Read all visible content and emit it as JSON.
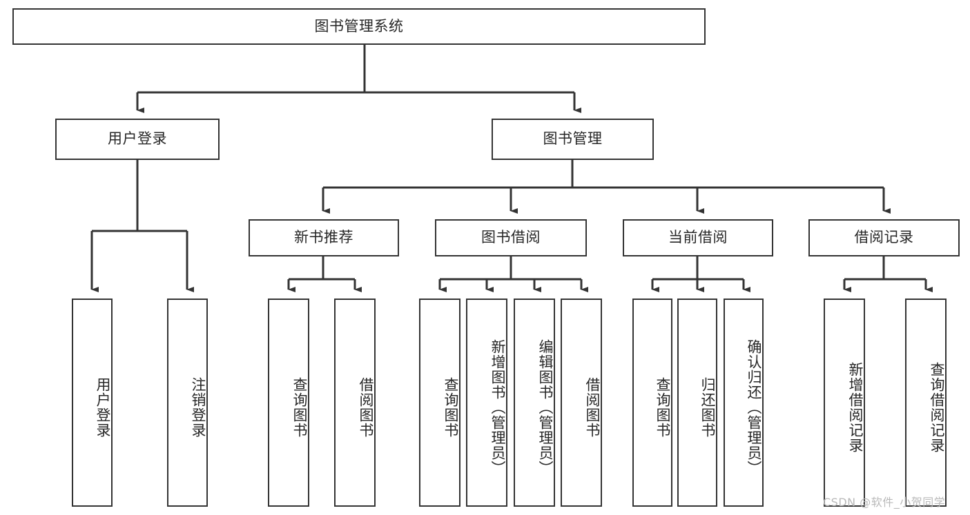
{
  "diagram": {
    "type": "tree",
    "title": "图书管理系统",
    "watermark": "CSDN @软件_小贺同学",
    "colors": {
      "border": "#333333",
      "text": "#262626",
      "background": "#ffffff",
      "watermark": "#b9b9b9"
    },
    "levels": {
      "root": {
        "label": "图书管理系统"
      },
      "level2": [
        {
          "id": "user-login",
          "label": "用户登录"
        },
        {
          "id": "book-management",
          "label": "图书管理"
        }
      ],
      "level3": [
        {
          "id": "new-book-recommend",
          "label": "新书推荐",
          "parent": "book-management"
        },
        {
          "id": "book-borrow",
          "label": "图书借阅",
          "parent": "book-management"
        },
        {
          "id": "current-borrow",
          "label": "当前借阅",
          "parent": "book-management"
        },
        {
          "id": "borrow-record",
          "label": "借阅记录",
          "parent": "book-management"
        }
      ],
      "leaves": [
        {
          "id": "leaf-user-login",
          "label": "用户登录",
          "parent": "user-login"
        },
        {
          "id": "leaf-user-logout",
          "label": "注销登录",
          "parent": "user-login"
        },
        {
          "id": "leaf-query-book-1",
          "label": "查询图书",
          "parent": "new-book-recommend"
        },
        {
          "id": "leaf-borrow-book-1",
          "label": "借阅图书",
          "parent": "new-book-recommend"
        },
        {
          "id": "leaf-query-book-2",
          "label": "查询图书",
          "parent": "book-borrow"
        },
        {
          "id": "leaf-add-book",
          "label": "新增图书（管理员）",
          "parent": "book-borrow"
        },
        {
          "id": "leaf-edit-book",
          "label": "编辑图书（管理员）",
          "parent": "book-borrow"
        },
        {
          "id": "leaf-borrow-book-2",
          "label": "借阅图书",
          "parent": "book-borrow"
        },
        {
          "id": "leaf-query-book-3",
          "label": "查询图书",
          "parent": "current-borrow"
        },
        {
          "id": "leaf-return-book",
          "label": "归还图书",
          "parent": "current-borrow"
        },
        {
          "id": "leaf-confirm-return",
          "label": "确认归还（管理员）",
          "parent": "current-borrow"
        },
        {
          "id": "leaf-add-record",
          "label": "新增借阅记录",
          "parent": "borrow-record"
        },
        {
          "id": "leaf-query-record",
          "label": "查询借阅记录",
          "parent": "borrow-record"
        }
      ]
    }
  }
}
